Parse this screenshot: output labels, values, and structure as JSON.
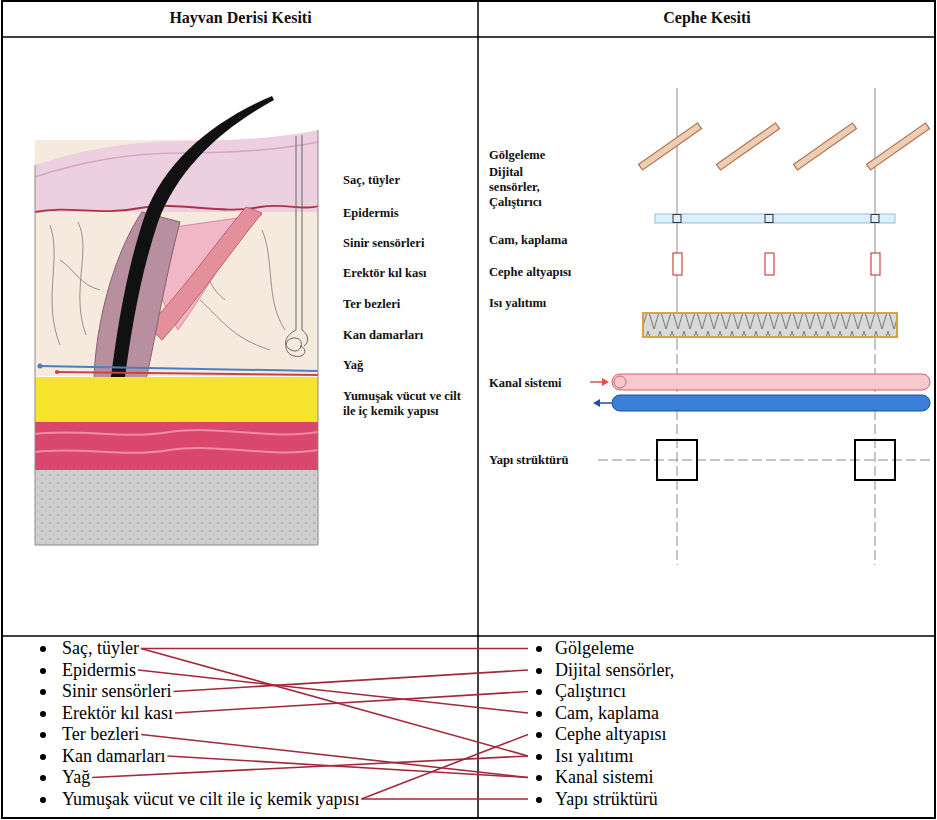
{
  "diagram": {
    "nodes": [
      {
        "text": [
          "Saç, tüyler"
        ]
      },
      {
        "text": [
          "Epidermis"
        ]
      },
      {
        "text": [
          "Sinir sensörleri"
        ]
      },
      {
        "text": [
          "Erektör kıl kası"
        ]
      },
      {
        "text": [
          "Ter bezleri"
        ]
      },
      {
        "text": [
          "Kan damarları"
        ]
      },
      {
        "text": [
          "Yağ"
        ]
      },
      {
        "text": [
          "Yumuşak vücut ve cilt ile iç kemik yapısı"
        ]
      },
      {
        "text": [
          "Gölgeleme"
        ]
      },
      {
        "text": [
          "Dijital sensörler,"
        ]
      },
      {
        "text": [
          "Çalıştırıcı"
        ]
      },
      {
        "text": [
          "Cam, kaplama"
        ]
      },
      {
        "text": [
          "Cephe altyapısı"
        ]
      },
      {
        "text": [
          "Isı yalıtımı"
        ]
      },
      {
        "text": [
          "Kanal sistemi"
        ]
      },
      {
        "text": [
          "Yapı strüktürü"
        ]
      }
    ],
    "edges": [
      {
        "from": 0,
        "to": 8,
        "arrow": "none"
      },
      {
        "from": 0,
        "to": 13,
        "arrow": "none"
      },
      {
        "from": 1,
        "to": 11,
        "arrow": "none"
      },
      {
        "from": 2,
        "to": 9,
        "arrow": "none"
      },
      {
        "from": 3,
        "to": 10,
        "arrow": "none"
      },
      {
        "from": 4,
        "to": 14,
        "arrow": "none"
      },
      {
        "from": 5,
        "to": 14,
        "arrow": "none"
      },
      {
        "from": 6,
        "to": 13,
        "arrow": "none"
      },
      {
        "from": 7,
        "to": 12,
        "arrow": "none"
      },
      {
        "from": 7,
        "to": 15,
        "arrow": "none"
      }
    ],
    "labels": [
      "Hayvan Derisi Kesiti",
      "Cephe Kesiti",
      "Saç, tüyler",
      "Epidermis",
      "Sinir sensörleri",
      "Erektör kıl kası",
      "Ter bezleri",
      "Kan damarları",
      "Yağ",
      "Yumuşak vücut ve cilt ile iç kemik yapısı",
      "Gölgeleme",
      "Dijital sensörler, Çalıştırıcı",
      "Cam, kaplama",
      "Cephe altyapısı",
      "Isı yalıtımı",
      "Kanal sistemi",
      "Yapı strüktürü"
    ]
  }
}
